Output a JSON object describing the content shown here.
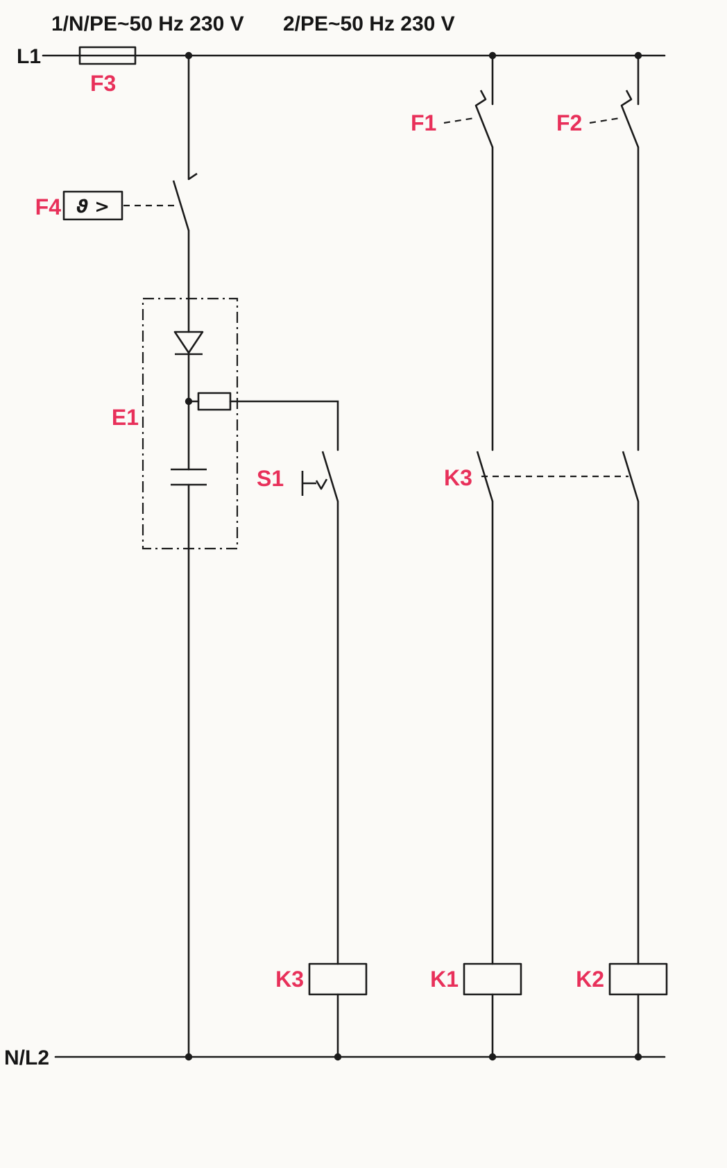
{
  "header": {
    "supply_left": "1/N/PE~50 Hz 230 V",
    "supply_right": "2/PE~50 Hz 230 V"
  },
  "rails": {
    "top_label": "L1",
    "bottom_label": "N/L2"
  },
  "labels": {
    "f3": "F3",
    "f4": "F4",
    "f4_box_symbol": "ϑ >",
    "f1": "F1",
    "f2": "F2",
    "e1": "E1",
    "s1": "S1",
    "k3_contact": "K3",
    "k3_coil": "K3",
    "k1_coil": "K1",
    "k2_coil": "K2"
  },
  "colors": {
    "wire": "#1b1b1b",
    "component_label": "#e8305a",
    "background": "#fbfaf7"
  }
}
